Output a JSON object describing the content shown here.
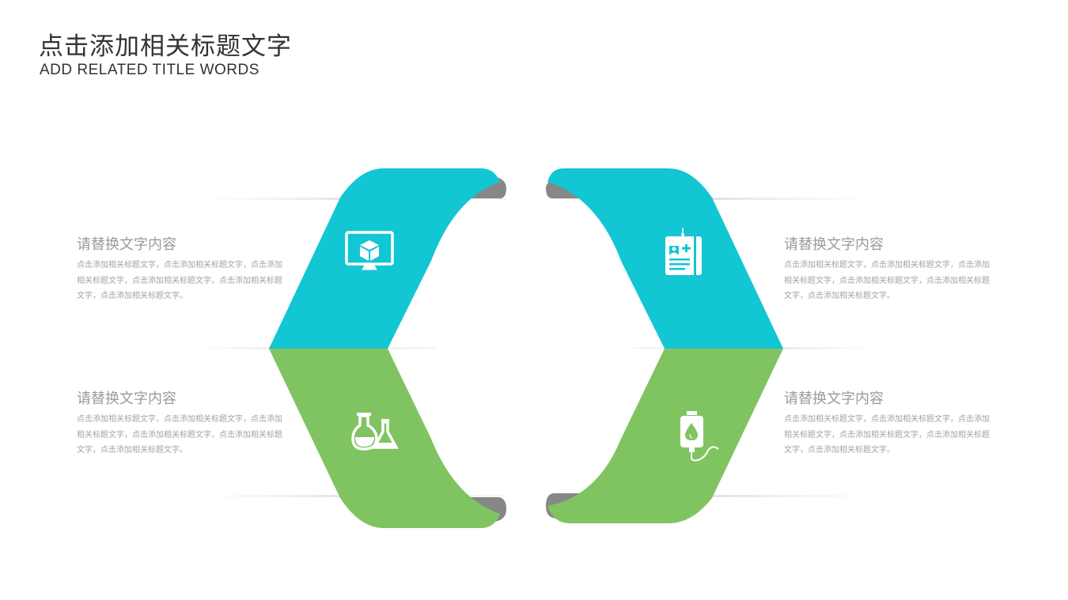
{
  "header": {
    "title": "点击添加相关标题文字",
    "subtitle": "ADD RELATED TITLE WORDS"
  },
  "colors": {
    "cyan": "#12C6D3",
    "green": "#80C462",
    "fold": "#878787",
    "guide": "#e6e6e6"
  },
  "items": [
    {
      "heading": "请替换文字内容",
      "body": "点击添加相关标题文字，点击添加相关标题文字，点击添加相关标题文字，点击添加相关标题文字，点击添加相关标题文字，点击添加相关标题文字。",
      "icon": "monitor-cube-icon"
    },
    {
      "heading": "请替换文字内容",
      "body": "点击添加相关标题文字，点击添加相关标题文字，点击添加相关标题文字，点击添加相关标题文字，点击添加相关标题文字，点击添加相关标题文字。",
      "icon": "id-badge-icon"
    },
    {
      "heading": "请替换文字内容",
      "body": "点击添加相关标题文字，点击添加相关标题文字，点击添加相关标题文字，点击添加相关标题文字，点击添加相关标题文字，点击添加相关标题文字。",
      "icon": "lab-flasks-icon"
    },
    {
      "heading": "请替换文字内容",
      "body": "点击添加相关标题文字，点击添加相关标题文字，点击添加相关标题文字，点击添加相关标题文字，点击添加相关标题文字，点击添加相关标题文字。",
      "icon": "iv-bag-icon"
    }
  ]
}
